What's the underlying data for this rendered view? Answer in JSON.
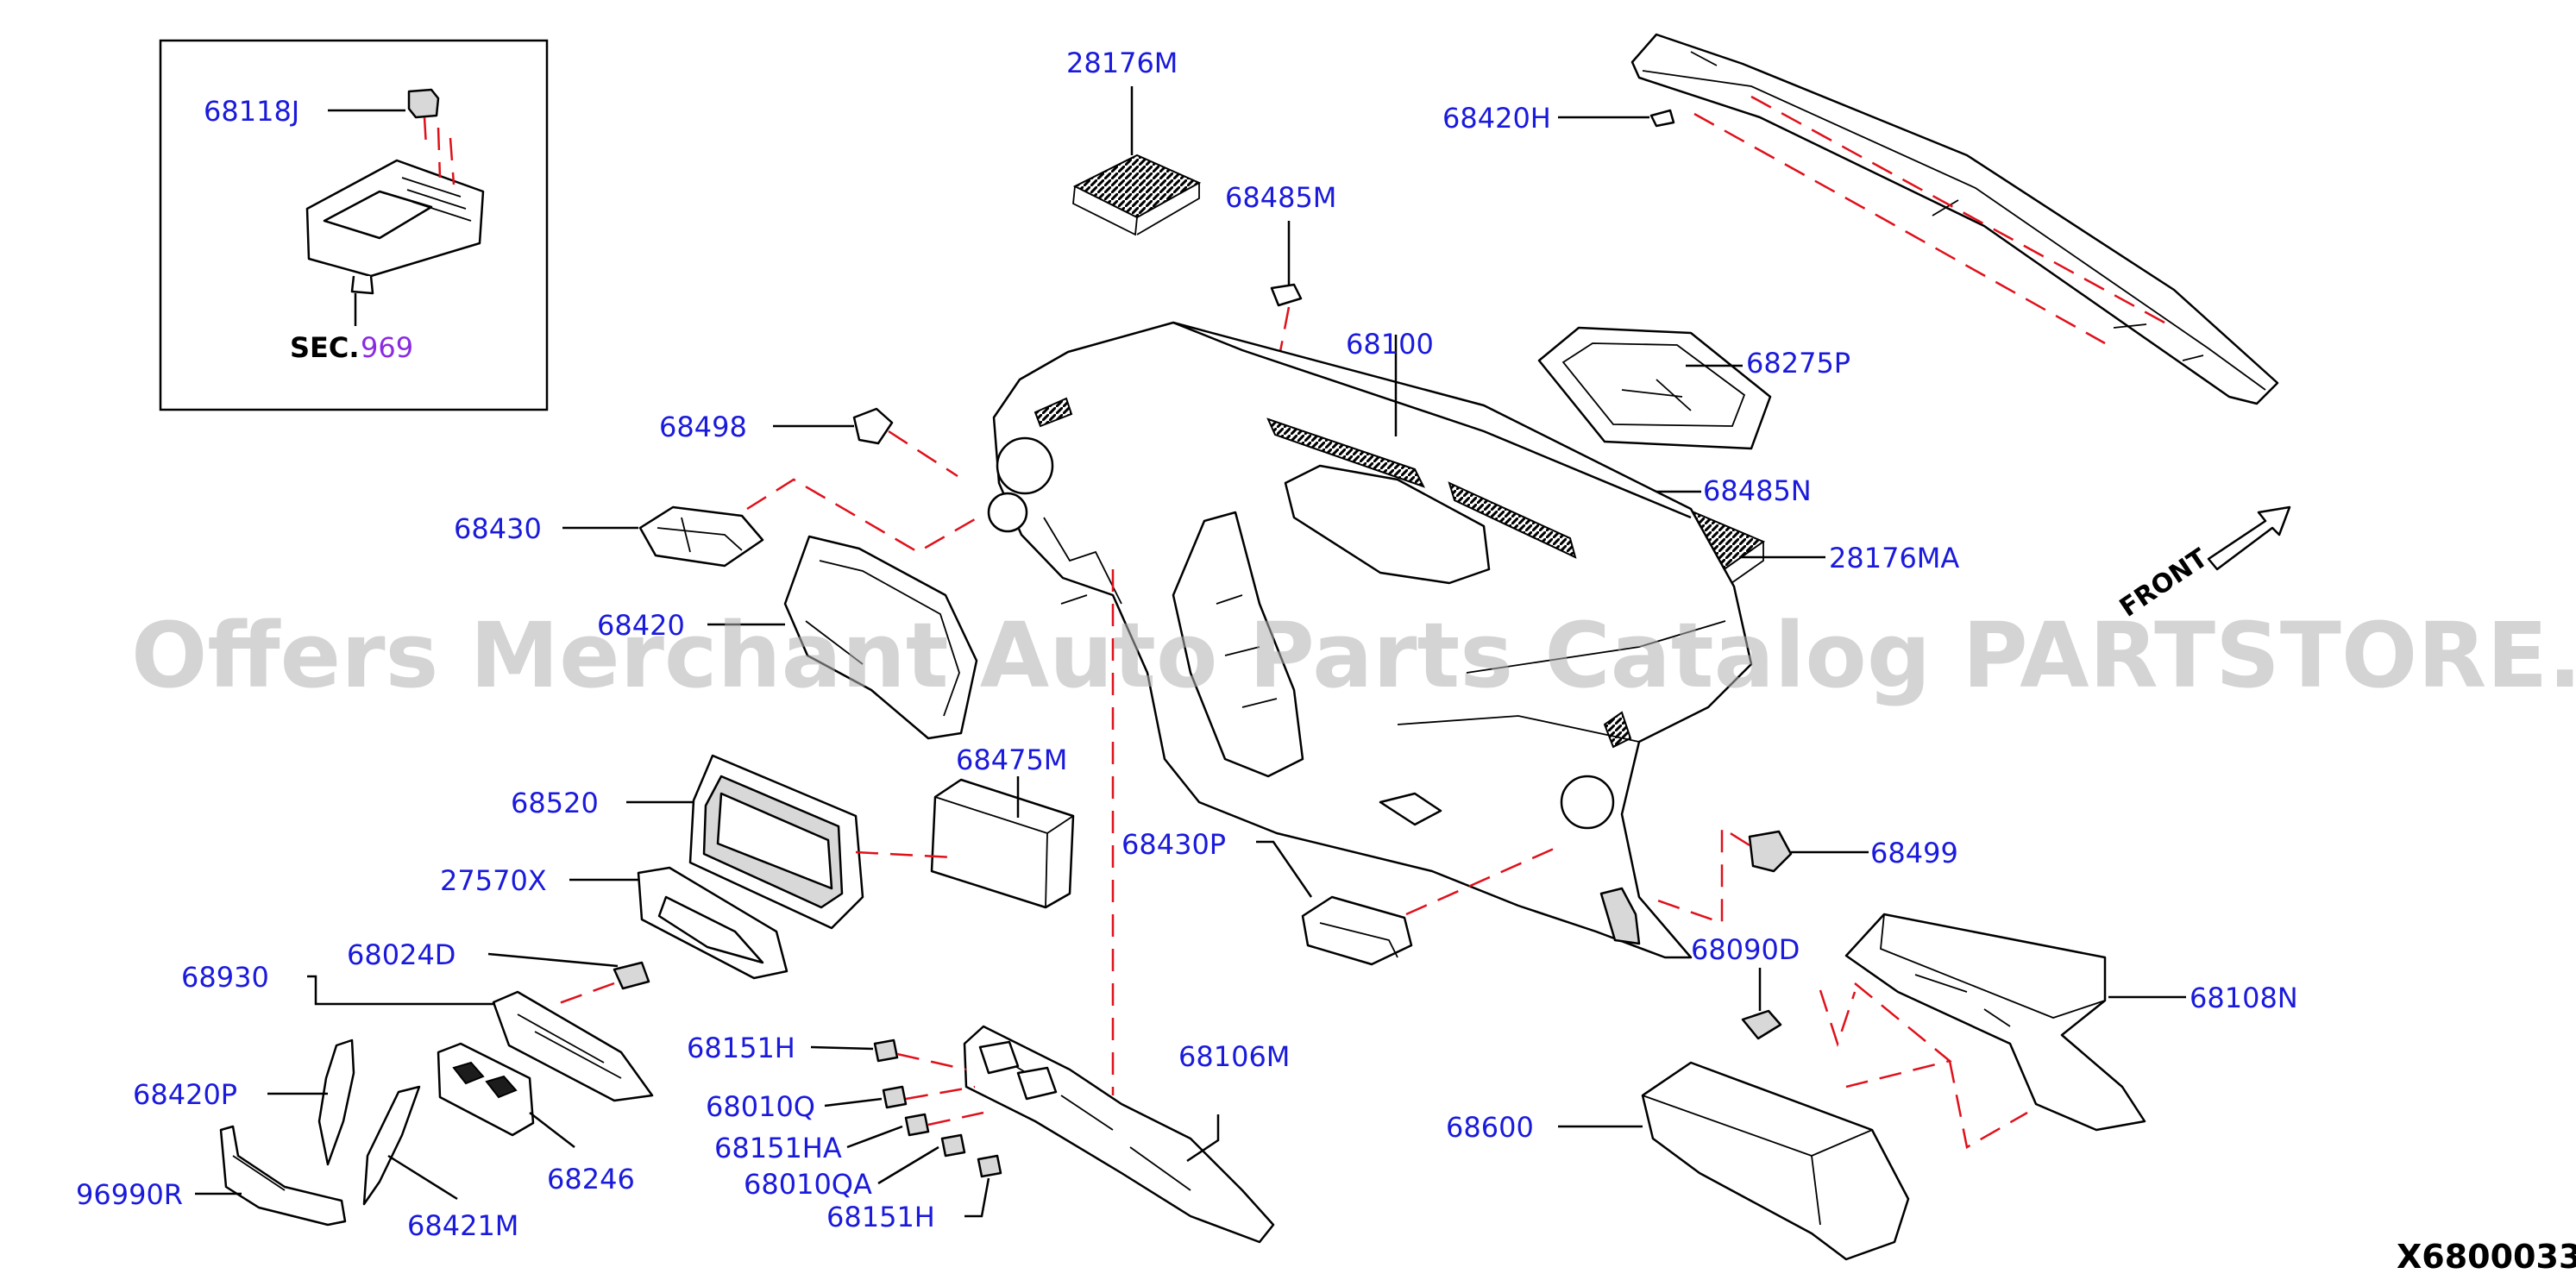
{
  "watermark": "Offers Merchant Auto Parts Catalog PARTSTORE.SA",
  "diagram_ref": "X6800033",
  "front_label": "FRONT",
  "inset": {
    "part": "68118J",
    "sec_prefix": "SEC.",
    "sec_number": "969"
  },
  "callouts": {
    "p28176M": "28176M",
    "p68485M": "68485M",
    "p68420H": "68420H",
    "p68100": "68100",
    "p68275P": "68275P",
    "p68498": "68498",
    "p68485N": "68485N",
    "p68430": "68430",
    "p28176MA": "28176MA",
    "p68420": "68420",
    "p68475M": "68475M",
    "p68520": "68520",
    "p68430P": "68430P",
    "p68499": "68499",
    "p27570X": "27570X",
    "p68024D": "68024D",
    "p68930": "68930",
    "p68090D": "68090D",
    "p68108N": "68108N",
    "p68151H_a": "68151H",
    "p68106M": "68106M",
    "p68420P": "68420P",
    "p68010Q": "68010Q",
    "p68600": "68600",
    "p68151HA": "68151HA",
    "p68246": "68246",
    "p96990R": "96990R",
    "p68010QA": "68010QA",
    "p68421M": "68421M",
    "p68151H_b": "68151H"
  }
}
